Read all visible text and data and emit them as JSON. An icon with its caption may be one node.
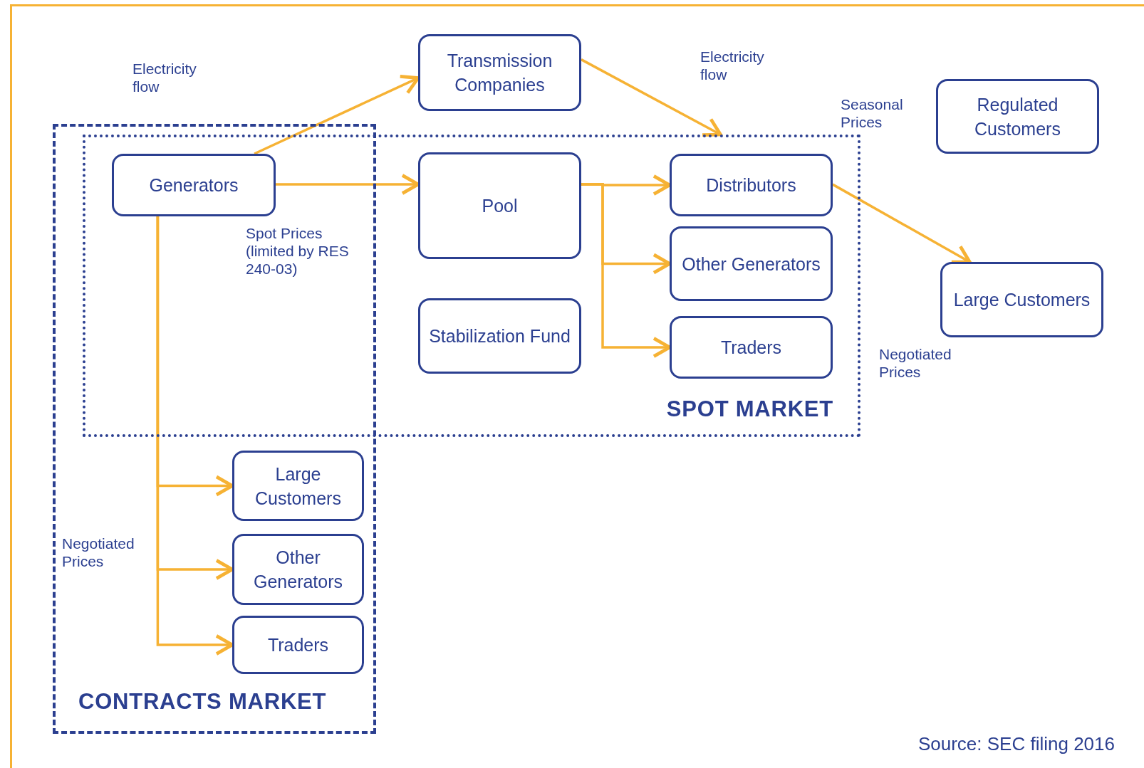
{
  "diagram": {
    "nodes": [
      {
        "text": [
          "CONTRACTS MARKET"
        ]
      },
      {
        "text": [
          "SPOT MARKET"
        ]
      },
      {
        "text": [
          "Transmission Companies"
        ]
      },
      {
        "text": [
          "Regulated Customers"
        ]
      },
      {
        "text": [
          "Generators"
        ]
      },
      {
        "text": [
          "Pool"
        ],
        "in": 1
      },
      {
        "text": [
          "Distributors"
        ],
        "in": 1
      },
      {
        "text": [
          "Other Generators"
        ],
        "in": 1
      },
      {
        "text": [
          "Large Customers"
        ]
      },
      {
        "text": [
          "Stabilization Fund"
        ],
        "in": 1
      },
      {
        "text": [
          "Traders"
        ],
        "in": 1
      },
      {
        "text": [
          "Large Customers"
        ],
        "in": 0
      },
      {
        "text": [
          "Other Generators"
        ],
        "in": 0
      },
      {
        "text": [
          "Traders"
        ],
        "in": 0
      }
    ],
    "edges": [
      {
        "from": 4,
        "to": 2,
        "arrow": "to"
      },
      {
        "from": 2,
        "to": 1,
        "arrow": "to"
      },
      {
        "from": 4,
        "to": 5,
        "arrow": "to"
      },
      {
        "from": 5,
        "to": 6,
        "arrow": "to"
      },
      {
        "from": 5,
        "to": 7,
        "arrow": "to"
      },
      {
        "from": 5,
        "to": 10,
        "arrow": "to"
      },
      {
        "from": 6,
        "to": 8,
        "arrow": "to"
      },
      {
        "from": 4,
        "to": 11,
        "arrow": "to"
      },
      {
        "from": 4,
        "to": 12,
        "arrow": "to"
      },
      {
        "from": 4,
        "to": 13,
        "arrow": "to"
      }
    ],
    "labels": [
      "Electricity flow",
      "Electricity flow",
      "Seasonal Prices",
      "Spot Prices (limited by RES 240-03)",
      "Negotiated Prices",
      "Negotiated Prices",
      "Source: SEC filing 2016"
    ]
  }
}
